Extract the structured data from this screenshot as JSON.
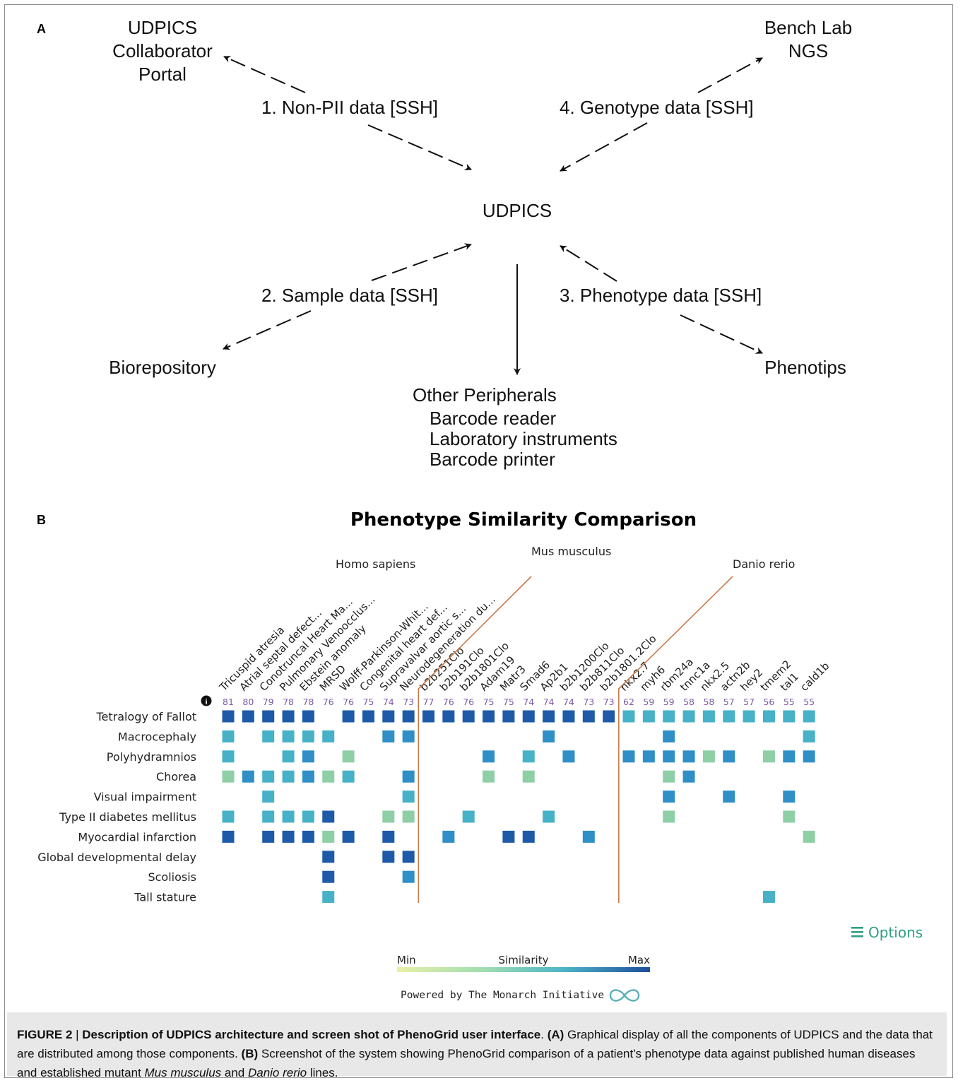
{
  "panel_a": {
    "label": "A",
    "center": "UDPICS",
    "portal": [
      "UDPICS",
      "Collaborator",
      "Portal"
    ],
    "bench": [
      "Bench Lab",
      "NGS"
    ],
    "biorepository": "Biorepository",
    "phenotips": "Phenotips",
    "peripherals_title": "Other Peripherals",
    "peripherals_items": [
      "Barcode reader",
      "Laboratory instruments",
      "Barcode printer"
    ],
    "edges": [
      "1. Non-PII data [SSH]",
      "4. Genotype data [SSH]",
      "2. Sample data [SSH]",
      "3. Phenotype data [SSH]"
    ]
  },
  "panel_b": {
    "label": "B",
    "title": "Phenotype Similarity Comparison",
    "species": [
      "Homo sapiens",
      "Mus musculus",
      "Danio rerio"
    ],
    "info_icon": "info-icon",
    "options_label": "Options",
    "options_icon": "menu-icon",
    "legend": {
      "min": "Min",
      "label": "Similarity",
      "max": "Max"
    },
    "powered_by": "Powered by The Monarch Initiative",
    "monarch_icon": "infinity-icon",
    "colors": {
      "low": "#8ecfa6",
      "mid": "#47b1c8",
      "high": "#2f8fc6",
      "max": "#1e5aa8",
      "divider": "#c97a4b",
      "score": "#7a5aa6"
    }
  },
  "chart_data": {
    "type": "heatmap",
    "title": "Phenotype Similarity Comparison",
    "columns": [
      {
        "label": "Tricuspid atresia",
        "score": 81,
        "species": "Homo sapiens"
      },
      {
        "label": "Atrial septal defect...",
        "score": 80,
        "species": "Homo sapiens"
      },
      {
        "label": "Conotruncal Heart Ma...",
        "score": 79,
        "species": "Homo sapiens"
      },
      {
        "label": "Pulmonary Venoocclus...",
        "score": 78,
        "species": "Homo sapiens"
      },
      {
        "label": "Ebstein anomaly",
        "score": 78,
        "species": "Homo sapiens"
      },
      {
        "label": "MRSD",
        "score": 76,
        "species": "Homo sapiens"
      },
      {
        "label": "Wolff-Parkinson-Whit...",
        "score": 76,
        "species": "Homo sapiens"
      },
      {
        "label": "Congenital heart def...",
        "score": 75,
        "species": "Homo sapiens"
      },
      {
        "label": "Supravalvar aortic s...",
        "score": 74,
        "species": "Homo sapiens"
      },
      {
        "label": "Neurodegeneration du...",
        "score": 73,
        "species": "Homo sapiens"
      },
      {
        "label": "b2b251Clo",
        "score": 77,
        "species": "Mus musculus"
      },
      {
        "label": "b2b191Clo",
        "score": 76,
        "species": "Mus musculus"
      },
      {
        "label": "b2b1801Clo",
        "score": 76,
        "species": "Mus musculus"
      },
      {
        "label": "Adam19",
        "score": 75,
        "species": "Mus musculus"
      },
      {
        "label": "Matr3",
        "score": 75,
        "species": "Mus musculus"
      },
      {
        "label": "Smad6",
        "score": 74,
        "species": "Mus musculus"
      },
      {
        "label": "Ap2b1",
        "score": 74,
        "species": "Mus musculus"
      },
      {
        "label": "b2b1200Clo",
        "score": 74,
        "species": "Mus musculus"
      },
      {
        "label": "b2b811Clo",
        "score": 73,
        "species": "Mus musculus"
      },
      {
        "label": "b2b1801.2Clo",
        "score": 73,
        "species": "Mus musculus"
      },
      {
        "label": "nkx2.7",
        "score": 62,
        "species": "Danio rerio"
      },
      {
        "label": "myh6",
        "score": 59,
        "species": "Danio rerio"
      },
      {
        "label": "rbm24a",
        "score": 59,
        "species": "Danio rerio"
      },
      {
        "label": "tnnc1a",
        "score": 58,
        "species": "Danio rerio"
      },
      {
        "label": "nkx2.5",
        "score": 58,
        "species": "Danio rerio"
      },
      {
        "label": "actn2b",
        "score": 57,
        "species": "Danio rerio"
      },
      {
        "label": "hey2",
        "score": 57,
        "species": "Danio rerio"
      },
      {
        "label": "tmem2",
        "score": 56,
        "species": "Danio rerio"
      },
      {
        "label": "tal1",
        "score": 55,
        "species": "Danio rerio"
      },
      {
        "label": "cald1b",
        "score": 55,
        "species": "Danio rerio"
      }
    ],
    "rows": [
      "Tetralogy of Fallot",
      "Macrocephaly",
      "Polyhydramnios",
      "Chorea",
      "Visual impairment",
      "Type II diabetes mellitus",
      "Myocardial infarction",
      "Global developmental delay",
      "Scoliosis",
      "Tall stature"
    ],
    "cells_note": "level 1=lowest similarity (pale green) .. 4=highest (dark blue)",
    "cells": [
      [
        "Tetralogy of Fallot",
        "Tricuspid atresia",
        4
      ],
      [
        "Tetralogy of Fallot",
        "Atrial septal defect...",
        4
      ],
      [
        "Tetralogy of Fallot",
        "Conotruncal Heart Ma...",
        4
      ],
      [
        "Tetralogy of Fallot",
        "Pulmonary Venoocclus...",
        4
      ],
      [
        "Tetralogy of Fallot",
        "Ebstein anomaly",
        4
      ],
      [
        "Tetralogy of Fallot",
        "Wolff-Parkinson-Whit...",
        4
      ],
      [
        "Tetralogy of Fallot",
        "Congenital heart def...",
        4
      ],
      [
        "Tetralogy of Fallot",
        "Supravalvar aortic s...",
        4
      ],
      [
        "Tetralogy of Fallot",
        "Neurodegeneration du...",
        4
      ],
      [
        "Tetralogy of Fallot",
        "b2b251Clo",
        4
      ],
      [
        "Tetralogy of Fallot",
        "b2b191Clo",
        4
      ],
      [
        "Tetralogy of Fallot",
        "b2b1801Clo",
        4
      ],
      [
        "Tetralogy of Fallot",
        "Adam19",
        4
      ],
      [
        "Tetralogy of Fallot",
        "Matr3",
        4
      ],
      [
        "Tetralogy of Fallot",
        "Smad6",
        4
      ],
      [
        "Tetralogy of Fallot",
        "Ap2b1",
        4
      ],
      [
        "Tetralogy of Fallot",
        "b2b1200Clo",
        4
      ],
      [
        "Tetralogy of Fallot",
        "b2b811Clo",
        4
      ],
      [
        "Tetralogy of Fallot",
        "b2b1801.2Clo",
        4
      ],
      [
        "Tetralogy of Fallot",
        "nkx2.7",
        2
      ],
      [
        "Tetralogy of Fallot",
        "myh6",
        2
      ],
      [
        "Tetralogy of Fallot",
        "rbm24a",
        2
      ],
      [
        "Tetralogy of Fallot",
        "tnnc1a",
        2
      ],
      [
        "Tetralogy of Fallot",
        "nkx2.5",
        2
      ],
      [
        "Tetralogy of Fallot",
        "actn2b",
        2
      ],
      [
        "Tetralogy of Fallot",
        "hey2",
        2
      ],
      [
        "Tetralogy of Fallot",
        "tmem2",
        2
      ],
      [
        "Tetralogy of Fallot",
        "tal1",
        2
      ],
      [
        "Tetralogy of Fallot",
        "cald1b",
        2
      ],
      [
        "Macrocephaly",
        "Tricuspid atresia",
        2
      ],
      [
        "Macrocephaly",
        "Conotruncal Heart Ma...",
        2
      ],
      [
        "Macrocephaly",
        "Pulmonary Venoocclus...",
        2
      ],
      [
        "Macrocephaly",
        "Ebstein anomaly",
        2
      ],
      [
        "Macrocephaly",
        "MRSD",
        2
      ],
      [
        "Macrocephaly",
        "Supravalvar aortic s...",
        3
      ],
      [
        "Macrocephaly",
        "Neurodegeneration du...",
        3
      ],
      [
        "Macrocephaly",
        "Ap2b1",
        3
      ],
      [
        "Macrocephaly",
        "rbm24a",
        3
      ],
      [
        "Macrocephaly",
        "cald1b",
        2
      ],
      [
        "Polyhydramnios",
        "Tricuspid atresia",
        2
      ],
      [
        "Polyhydramnios",
        "Pulmonary Venoocclus...",
        2
      ],
      [
        "Polyhydramnios",
        "Ebstein anomaly",
        3
      ],
      [
        "Polyhydramnios",
        "Wolff-Parkinson-Whit...",
        1
      ],
      [
        "Polyhydramnios",
        "Adam19",
        3
      ],
      [
        "Polyhydramnios",
        "Smad6",
        2
      ],
      [
        "Polyhydramnios",
        "b2b1200Clo",
        3
      ],
      [
        "Polyhydramnios",
        "nkx2.7",
        3
      ],
      [
        "Polyhydramnios",
        "myh6",
        3
      ],
      [
        "Polyhydramnios",
        "rbm24a",
        3
      ],
      [
        "Polyhydramnios",
        "tnnc1a",
        3
      ],
      [
        "Polyhydramnios",
        "nkx2.5",
        1
      ],
      [
        "Polyhydramnios",
        "actn2b",
        3
      ],
      [
        "Polyhydramnios",
        "tmem2",
        1
      ],
      [
        "Polyhydramnios",
        "tal1",
        3
      ],
      [
        "Polyhydramnios",
        "cald1b",
        3
      ],
      [
        "Chorea",
        "Tricuspid atresia",
        1
      ],
      [
        "Chorea",
        "Atrial septal defect...",
        3
      ],
      [
        "Chorea",
        "Conotruncal Heart Ma...",
        2
      ],
      [
        "Chorea",
        "Pulmonary Venoocclus...",
        2
      ],
      [
        "Chorea",
        "Ebstein anomaly",
        3
      ],
      [
        "Chorea",
        "MRSD",
        1
      ],
      [
        "Chorea",
        "Wolff-Parkinson-Whit...",
        2
      ],
      [
        "Chorea",
        "Neurodegeneration du...",
        3
      ],
      [
        "Chorea",
        "Adam19",
        1
      ],
      [
        "Chorea",
        "Smad6",
        1
      ],
      [
        "Chorea",
        "rbm24a",
        1
      ],
      [
        "Chorea",
        "tnnc1a",
        3
      ],
      [
        "Visual impairment",
        "Conotruncal Heart Ma...",
        2
      ],
      [
        "Visual impairment",
        "Neurodegeneration du...",
        2
      ],
      [
        "Visual impairment",
        "rbm24a",
        3
      ],
      [
        "Visual impairment",
        "actn2b",
        3
      ],
      [
        "Visual impairment",
        "tal1",
        3
      ],
      [
        "Type II diabetes mellitus",
        "Tricuspid atresia",
        2
      ],
      [
        "Type II diabetes mellitus",
        "Conotruncal Heart Ma...",
        2
      ],
      [
        "Type II diabetes mellitus",
        "Pulmonary Venoocclus...",
        2
      ],
      [
        "Type II diabetes mellitus",
        "Ebstein anomaly",
        2
      ],
      [
        "Type II diabetes mellitus",
        "MRSD",
        4
      ],
      [
        "Type II diabetes mellitus",
        "Supravalvar aortic s...",
        1
      ],
      [
        "Type II diabetes mellitus",
        "Neurodegeneration du...",
        1
      ],
      [
        "Type II diabetes mellitus",
        "b2b1801Clo",
        2
      ],
      [
        "Type II diabetes mellitus",
        "Ap2b1",
        2
      ],
      [
        "Type II diabetes mellitus",
        "rbm24a",
        1
      ],
      [
        "Type II diabetes mellitus",
        "tal1",
        1
      ],
      [
        "Myocardial infarction",
        "Tricuspid atresia",
        4
      ],
      [
        "Myocardial infarction",
        "Conotruncal Heart Ma...",
        4
      ],
      [
        "Myocardial infarction",
        "Pulmonary Venoocclus...",
        4
      ],
      [
        "Myocardial infarction",
        "Ebstein anomaly",
        4
      ],
      [
        "Myocardial infarction",
        "MRSD",
        1
      ],
      [
        "Myocardial infarction",
        "Wolff-Parkinson-Whit...",
        4
      ],
      [
        "Myocardial infarction",
        "Supravalvar aortic s...",
        4
      ],
      [
        "Myocardial infarction",
        "b2b191Clo",
        3
      ],
      [
        "Myocardial infarction",
        "Matr3",
        4
      ],
      [
        "Myocardial infarction",
        "Smad6",
        4
      ],
      [
        "Myocardial infarction",
        "b2b811Clo",
        3
      ],
      [
        "Myocardial infarction",
        "cald1b",
        1
      ],
      [
        "Global developmental delay",
        "MRSD",
        4
      ],
      [
        "Global developmental delay",
        "Supravalvar aortic s...",
        4
      ],
      [
        "Global developmental delay",
        "Neurodegeneration du...",
        4
      ],
      [
        "Scoliosis",
        "MRSD",
        4
      ],
      [
        "Scoliosis",
        "Neurodegeneration du...",
        3
      ],
      [
        "Tall stature",
        "MRSD",
        2
      ],
      [
        "Tall stature",
        "tmem2",
        2
      ]
    ]
  },
  "caption": {
    "figure_label": "FIGURE 2",
    "sep": " | ",
    "title": "Description of UDPICS architecture and screen shot of PhenoGrid user interface",
    "after_title": ". ",
    "a_label": "(A)",
    "a_text": " Graphical display of all the components of UDPICS and the data that are distributed among those components. ",
    "b_label": "(B)",
    "b_text": " Screenshot of the system showing PhenoGrid comparison of a patient's phenotype data against published human diseases and established mutant ",
    "species1": "Mus musculus",
    "and": " and ",
    "species2": "Danio rerio",
    "end": " lines."
  }
}
